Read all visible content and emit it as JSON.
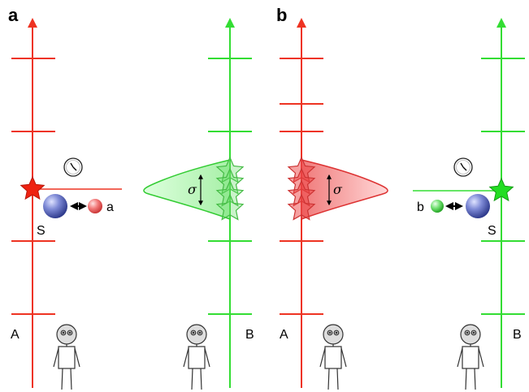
{
  "panels": [
    {
      "label": "a",
      "left_worldline": "A",
      "right_worldline": "B",
      "system_label": "S",
      "particle_label": "a",
      "width_symbol": "σ"
    },
    {
      "label": "b",
      "left_worldline": "A",
      "right_worldline": "B",
      "system_label": "S",
      "particle_label": "b",
      "width_symbol": "σ"
    }
  ],
  "colors": {
    "worldline_A": "#ee3322",
    "worldline_B": "#33dd33",
    "star_A": "#ee2211",
    "star_B": "#22dd22",
    "system_sphere": "#5060b8",
    "particle_a": "#f07070",
    "particle_b": "#66dd66",
    "figure_line": "#333333"
  },
  "icons": [
    "clock-icon",
    "star-icon",
    "stick-figure-icon",
    "double-arrow-icon",
    "sphere-icon"
  ]
}
